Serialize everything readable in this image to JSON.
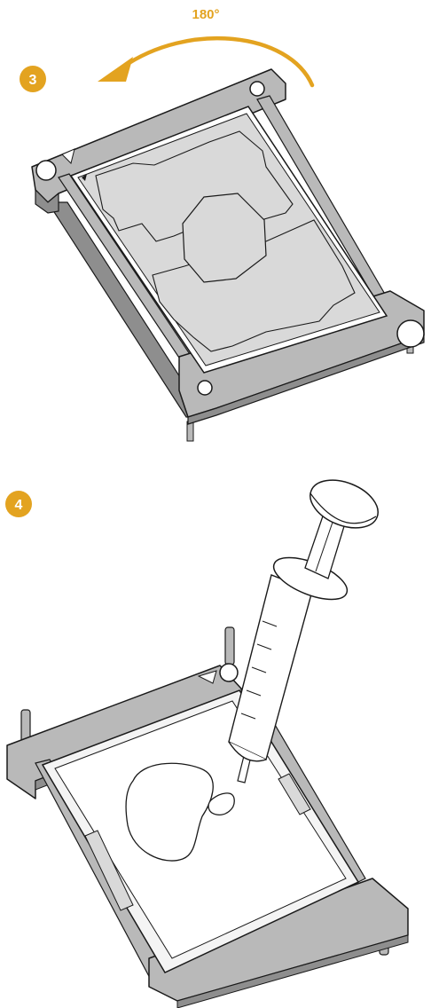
{
  "steps": [
    {
      "number": "3",
      "rotation_label": "180°"
    },
    {
      "number": "4"
    }
  ],
  "colors": {
    "accent": "#E3A320",
    "frame": "#B9B9B9",
    "frame_dark": "#8E8E8E",
    "cpu_surface": "#D9D9D9",
    "socket_floor": "#F4F4F4",
    "line": "#1A1A1A",
    "white": "#FFFFFF"
  },
  "icons": [
    "rotate-arrow-icon",
    "triangle-marker-icon"
  ]
}
